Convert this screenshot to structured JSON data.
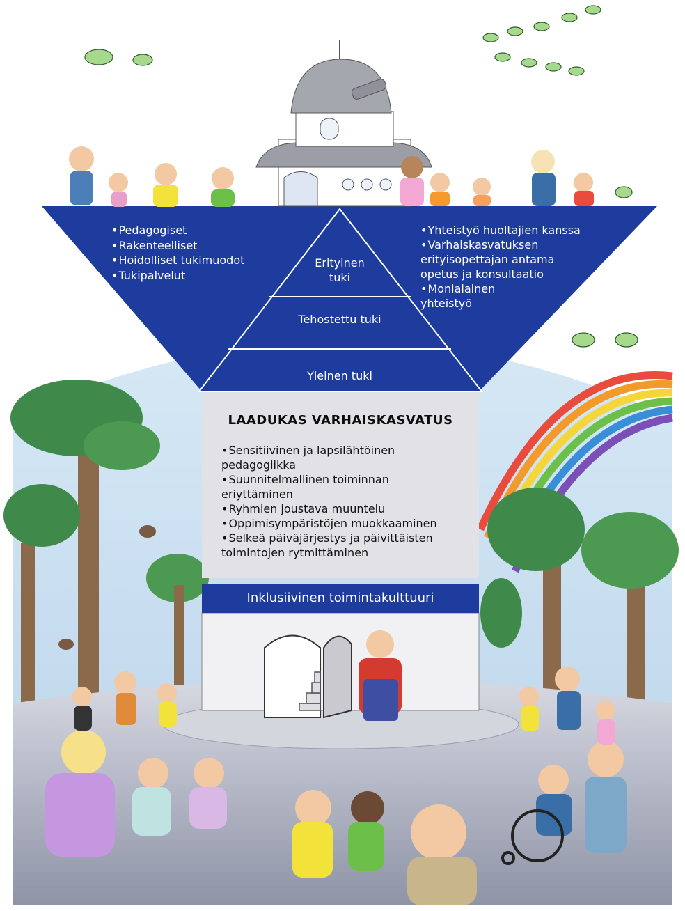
{
  "colors": {
    "funnel_blue": "#1d3c9e",
    "core_gray": "#e2e2e6",
    "culture_band": "#1d3c9e",
    "sky": "#cfe3f3",
    "ground": "#a9adbc"
  },
  "funnel": {
    "left_list": [
      "Pedagogiset",
      "Rakenteelliset",
      "Hoidolliset tukimuodot",
      "Tukipalvelut"
    ],
    "right_list": [
      "Yhteistyö huoltajien kanssa",
      "Varhaiskasvatuksen\nerityisopettajan antama\nopetus ja konsultaatio",
      "Monialainen\nyhteistyö"
    ],
    "pyramid": {
      "top": "Erityinen\ntuki",
      "middle": "Tehostettu tuki",
      "bottom": "Yleinen tuki"
    }
  },
  "core": {
    "title": "LAADUKAS VARHAISKASVATUS",
    "items": [
      "Sensitiivinen ja lapsilähtöinen\npedagogiikka",
      "Suunnitelmallinen toiminnan\neriyttäminen",
      "Ryhmien joustava muuntelu",
      "Oppimisympäristöjen muokkaaminen",
      "Selkeä päiväjärjestys ja päivittäisten\ntoimintojen rytmittäminen"
    ]
  },
  "culture_label": "Inklusiivinen toimintakulttuuri",
  "illustration": {
    "icons": [
      "observatory-icon",
      "bird-icon",
      "tree-icon",
      "rainbow-icon",
      "child-icon",
      "wheelchair-icon",
      "door-icon",
      "stairs-icon",
      "squirrel-icon"
    ]
  }
}
